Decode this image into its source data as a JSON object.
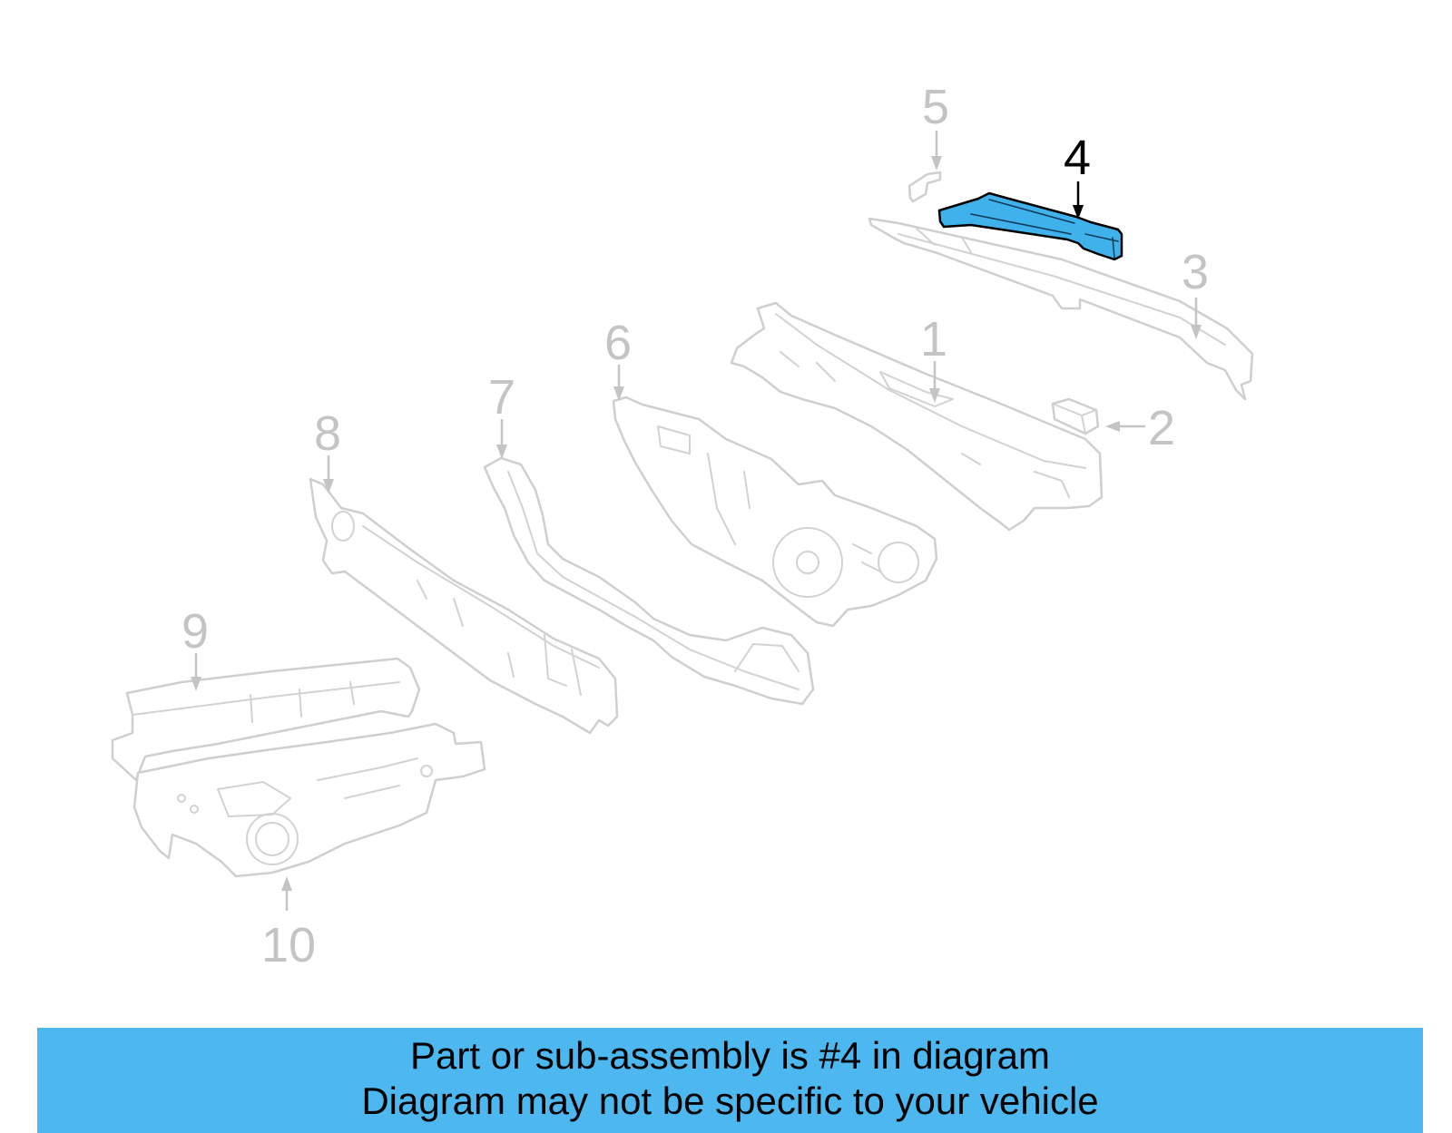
{
  "diagram": {
    "callouts": [
      {
        "number": "1",
        "highlighted": false
      },
      {
        "number": "2",
        "highlighted": false
      },
      {
        "number": "3",
        "highlighted": false
      },
      {
        "number": "4",
        "highlighted": true
      },
      {
        "number": "5",
        "highlighted": false
      },
      {
        "number": "6",
        "highlighted": false
      },
      {
        "number": "7",
        "highlighted": false
      },
      {
        "number": "8",
        "highlighted": false
      },
      {
        "number": "9",
        "highlighted": false
      },
      {
        "number": "10",
        "highlighted": false
      }
    ],
    "colors": {
      "highlight_part": "#3fb2ec",
      "outline": "#cfcfcf",
      "banner": "#4db8f0"
    }
  },
  "banner": {
    "line1": "Part or sub-assembly is #4 in diagram",
    "line2": "Diagram may not be specific to your vehicle"
  }
}
